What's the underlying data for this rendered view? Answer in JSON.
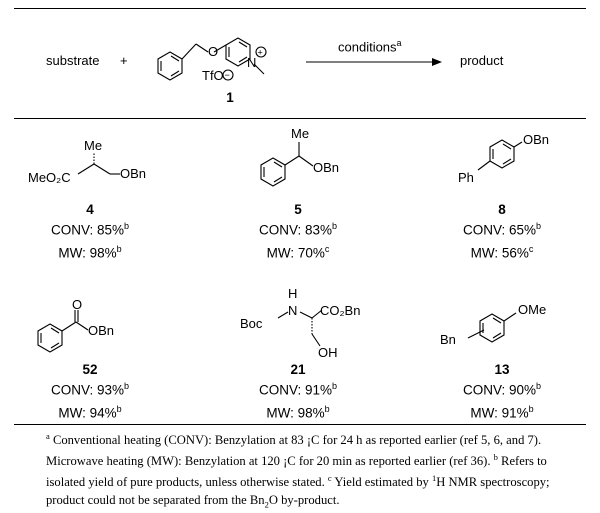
{
  "scheme": {
    "substrate": "substrate",
    "plus": "+",
    "reagent_counterion": "TfO",
    "reagent_number": "1",
    "conditions": "conditions",
    "conditions_sup": "a",
    "product": "product"
  },
  "compounds": [
    {
      "number": "4",
      "conv": "CONV: 85%",
      "conv_sup": "b",
      "mw": "MW: 98%",
      "mw_sup": "b"
    },
    {
      "number": "5",
      "conv": "CONV: 83%",
      "conv_sup": "b",
      "mw": "MW: 70%",
      "mw_sup": "c"
    },
    {
      "number": "8",
      "conv": "CONV: 65%",
      "conv_sup": "b",
      "mw": "MW: 56%",
      "mw_sup": "c"
    },
    {
      "number": "52",
      "conv": "CONV: 93%",
      "conv_sup": "b",
      "mw": "MW: 94%",
      "mw_sup": "b"
    },
    {
      "number": "21",
      "conv": "CONV: 91%",
      "conv_sup": "b",
      "mw": "MW: 98%",
      "mw_sup": "b"
    },
    {
      "number": "13",
      "conv": "CONV: 90%",
      "conv_sup": "b",
      "mw": "MW: 91%",
      "mw_sup": "b"
    }
  ],
  "structures": {
    "s4": {
      "me": "Me",
      "ester": "MeO₂C",
      "obn": "OBn"
    },
    "s5": {
      "me": "Me",
      "obn": "OBn"
    },
    "s8": {
      "obn": "OBn",
      "ph": "Ph"
    },
    "s52": {
      "o": "O",
      "obn": "OBn"
    },
    "s21": {
      "h": "H",
      "n": "N",
      "boc": "Boc",
      "ester": "CO₂Bn",
      "oh": "OH"
    },
    "s13": {
      "ome": "OMe",
      "bn": "Bn"
    }
  },
  "footnotes": {
    "a_mark": "a",
    "a_text": "Conventional heating (CONV): Benzylation at 83 ¡C for 24 h as reported earlier (ref 5, 6, and 7). Microwave heating (MW): Benzylation at 120 ¡C for 20 min as reported earlier (ref 36).",
    "b_mark": "b",
    "b_text": "Refers to isolated yield of pure products, unless otherwise stated.",
    "c_mark": "c",
    "c_text_1": "Yield estimated by",
    "nmr_mass": "1",
    "c_text_2": "H NMR spectroscopy; product could not be separated from the Bn",
    "bn_sub": "2",
    "c_text_3": "O by-product."
  }
}
